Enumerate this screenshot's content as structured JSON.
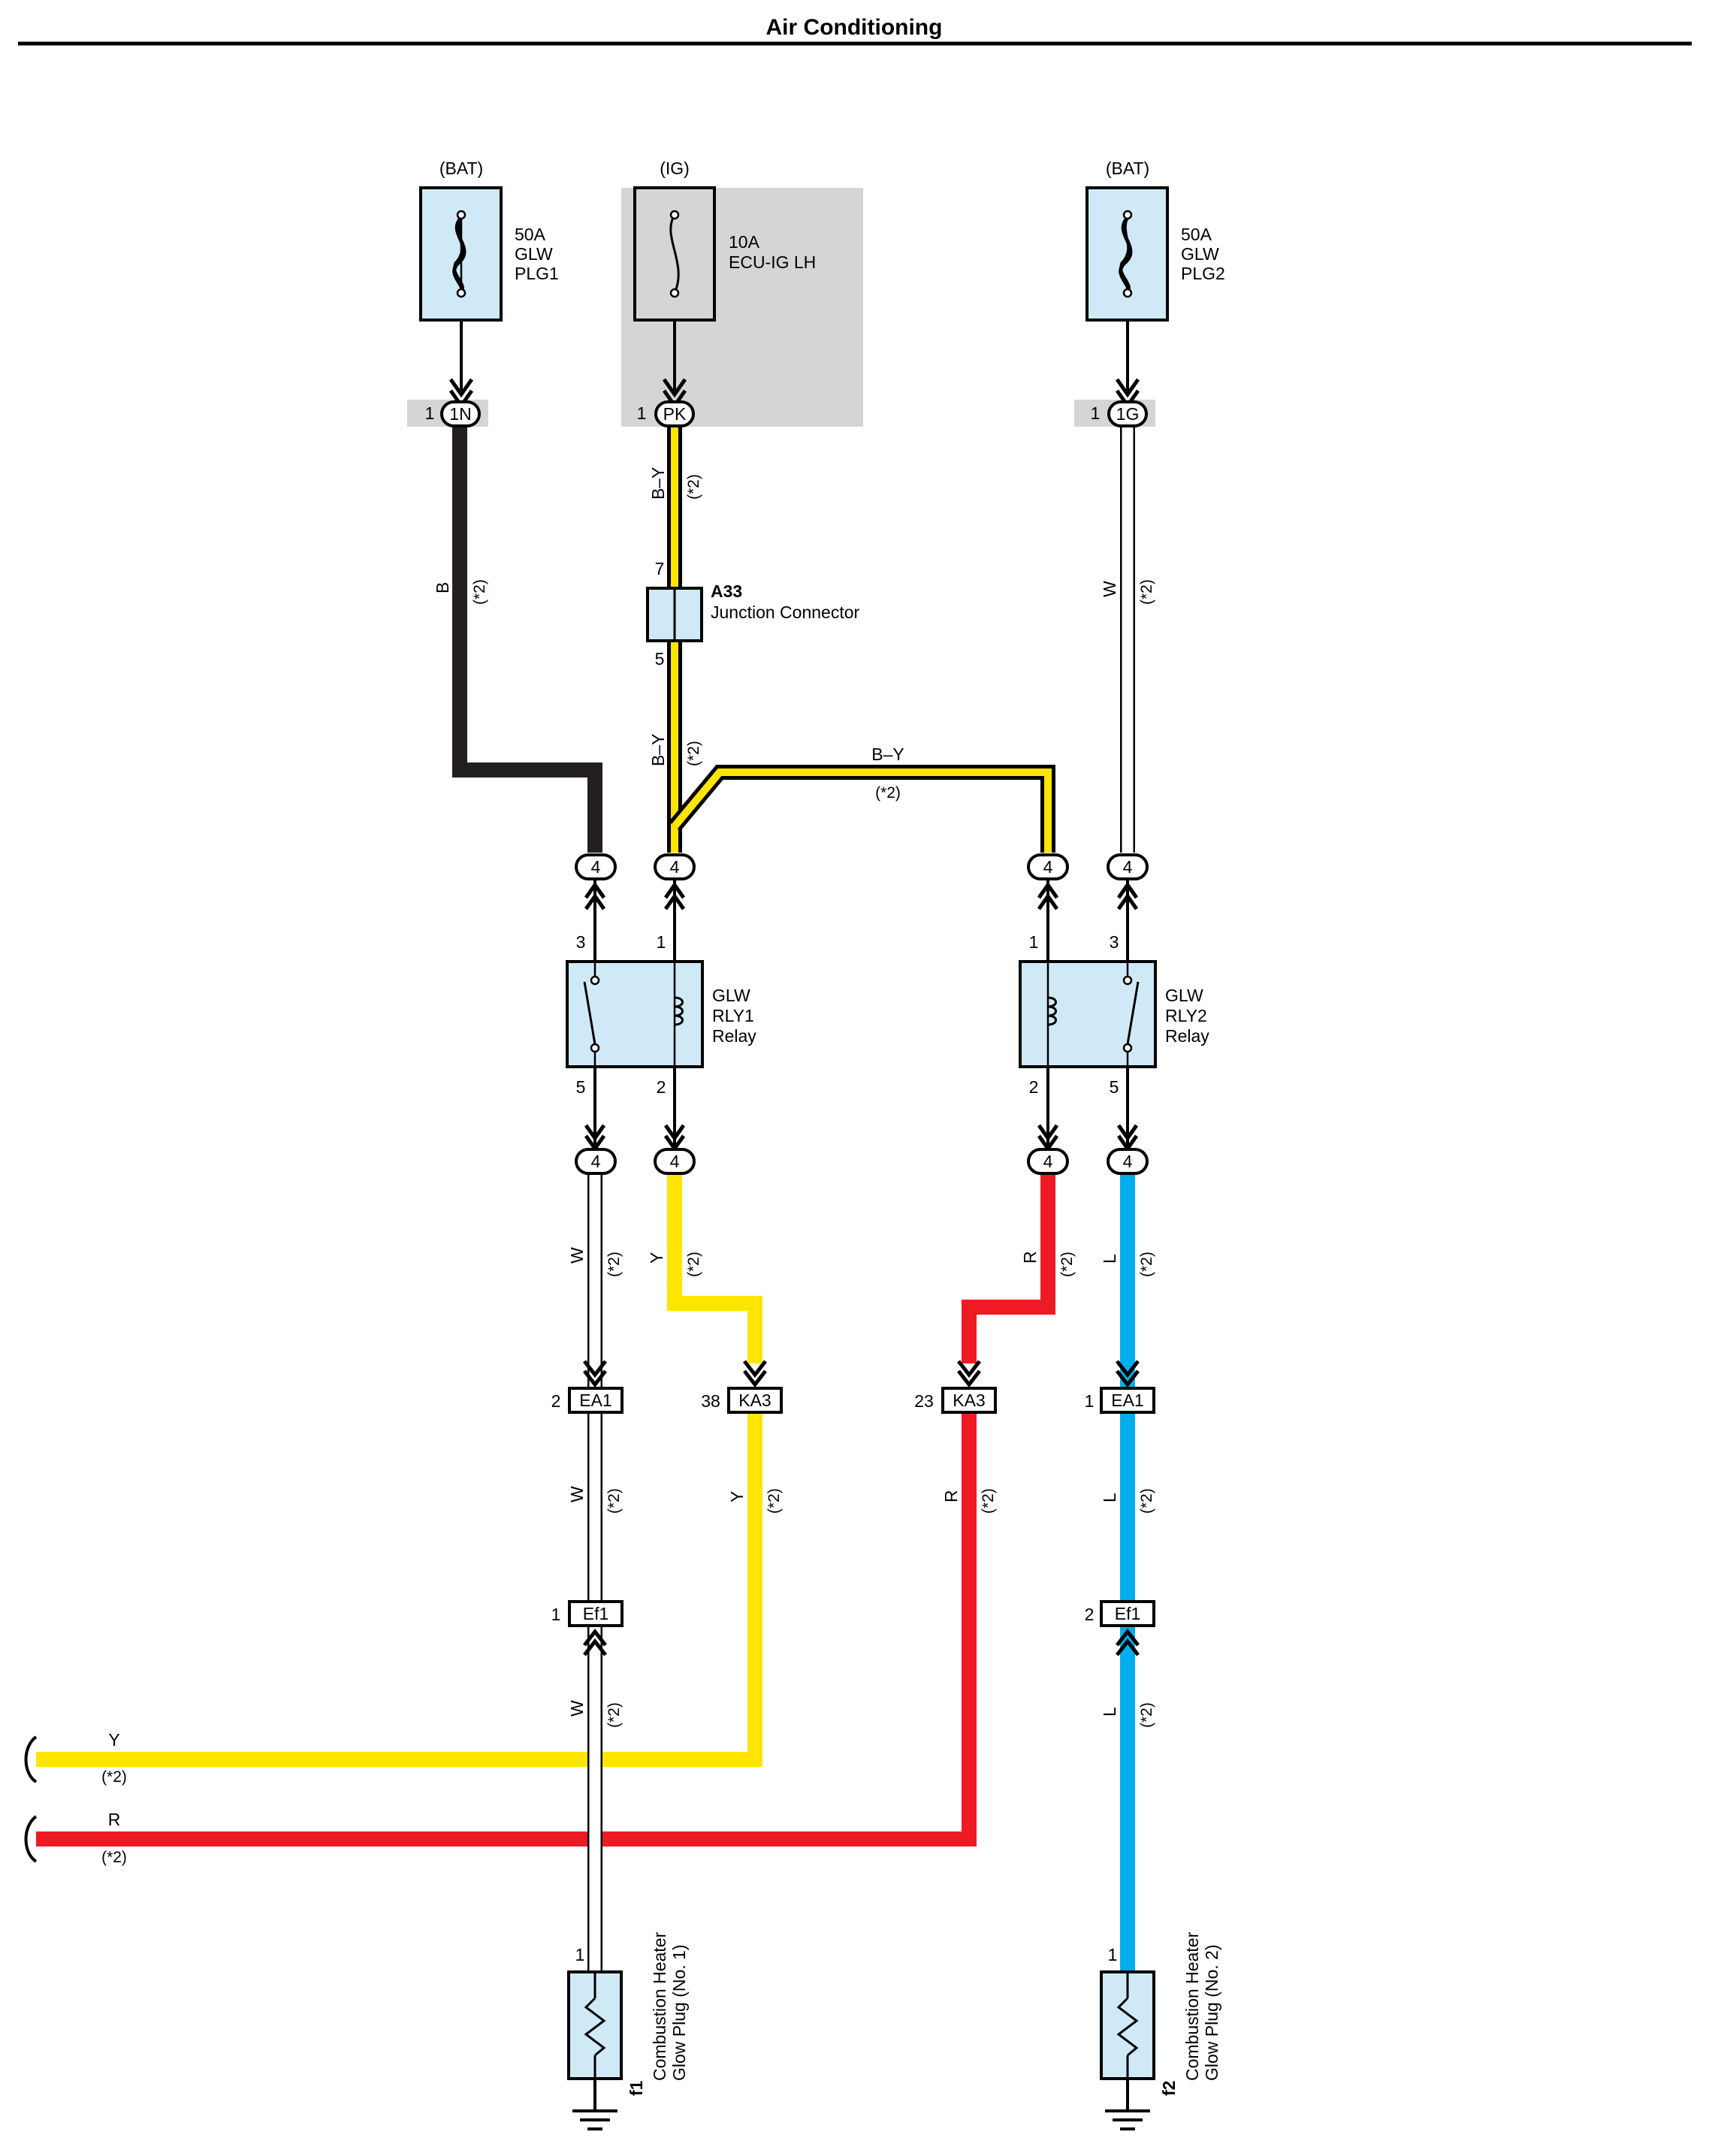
{
  "title": "Air Conditioning",
  "colors": {
    "B": "#231f20",
    "W": "#ffffff",
    "Y": "#ffe500",
    "R": "#ed1c24",
    "L": "#00aeef",
    "component_fill": "#cfe9f7",
    "shade": "#d5d5d6"
  },
  "fuses": [
    {
      "id": "plg1",
      "source": "(BAT)",
      "rating": "50A",
      "line2": "GLW",
      "line3": "PLG1",
      "pin": "1",
      "conn": "1N"
    },
    {
      "id": "ecu",
      "source": "(IG)",
      "rating": "10A",
      "line2": "ECU-IG LH",
      "pin": "1",
      "conn": "PK"
    },
    {
      "id": "plg2",
      "source": "(BAT)",
      "rating": "50A",
      "line2": "GLW",
      "line3": "PLG2",
      "pin": "1",
      "conn": "1G"
    }
  ],
  "junction": {
    "code": "A33",
    "name": "Junction Connector",
    "pin_top": "7",
    "pin_bottom": "5"
  },
  "relays": [
    {
      "id": "rly1",
      "line1": "GLW",
      "line2": "RLY1",
      "line3": "Relay",
      "pins": [
        "3",
        "1",
        "5",
        "2"
      ]
    },
    {
      "id": "rly2",
      "line1": "GLW",
      "line2": "RLY2",
      "line3": "Relay",
      "pins": [
        "1",
        "3",
        "2",
        "5"
      ]
    }
  ],
  "connector4": "4",
  "note": "(*2)",
  "wire_labels": {
    "B": "B",
    "W": "W",
    "BY": "B–Y",
    "Y": "Y",
    "R": "R",
    "L": "L"
  },
  "inline_connectors": [
    {
      "id": "ea1a",
      "pin": "2",
      "code": "EA1"
    },
    {
      "id": "ka3a",
      "pin": "38",
      "code": "KA3"
    },
    {
      "id": "ka3b",
      "pin": "23",
      "code": "KA3"
    },
    {
      "id": "ea1b",
      "pin": "1",
      "code": "EA1"
    },
    {
      "id": "ef1a",
      "pin": "1",
      "code": "Ef1"
    },
    {
      "id": "ef1b",
      "pin": "2",
      "code": "Ef1"
    }
  ],
  "glow_plugs": [
    {
      "id": "f1",
      "code": "f1",
      "line1": "Combustion Heater",
      "line2": "Glow Plug (No. 1)",
      "pin": "1"
    },
    {
      "id": "f2",
      "code": "f2",
      "line1": "Combustion Heater",
      "line2": "Glow Plug (No. 2)",
      "pin": "1"
    }
  ]
}
